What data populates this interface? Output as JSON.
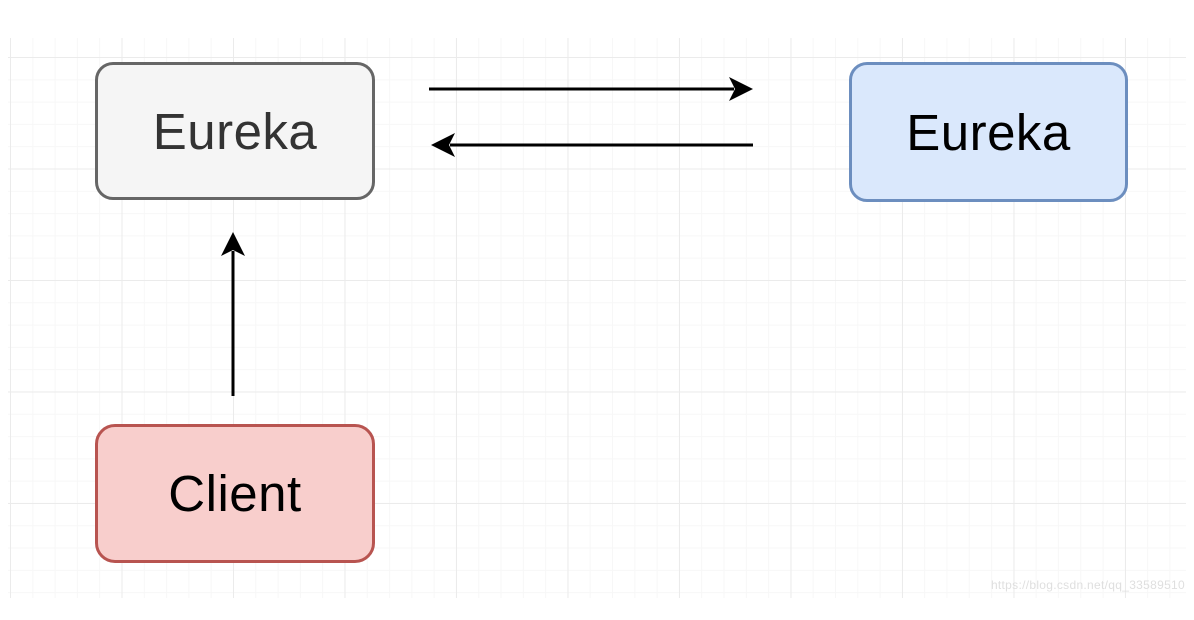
{
  "diagram": {
    "nodes": [
      {
        "id": "eureka-left",
        "label": "Eureka",
        "fill": "#f5f5f5",
        "border": "#666666"
      },
      {
        "id": "eureka-right",
        "label": "Eureka",
        "fill": "#dae8fc",
        "border": "#6c8ebf"
      },
      {
        "id": "client",
        "label": "Client",
        "fill": "#f8cecc",
        "border": "#b85450"
      }
    ],
    "edges": [
      {
        "from": "eureka-left",
        "to": "eureka-right",
        "direction": "right",
        "style": "arrow"
      },
      {
        "from": "eureka-right",
        "to": "eureka-left",
        "direction": "left",
        "style": "arrow"
      },
      {
        "from": "client",
        "to": "eureka-left",
        "direction": "up",
        "style": "arrow"
      }
    ],
    "arrow_color": "#000000"
  },
  "canvas": {
    "background": "#ffffff",
    "grid_minor_color": "#f7f7f7",
    "grid_major_color": "#ebebeb"
  },
  "watermark": "https://blog.csdn.net/qq_33589510"
}
